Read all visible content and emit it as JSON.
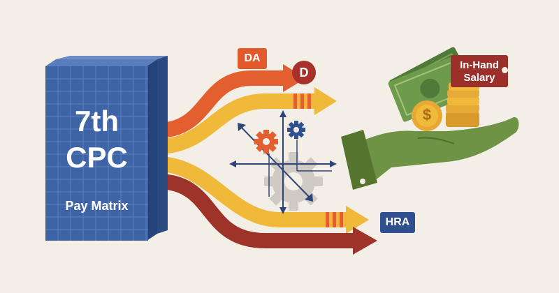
{
  "pay_matrix_block": {
    "line1": "7th",
    "line2": "CPC",
    "subtitle": "Pay Matrix"
  },
  "components": {
    "da": "DA",
    "d": "D",
    "hra": "HRA"
  },
  "output": {
    "label_line1": "In-Hand",
    "label_line2": "Salary",
    "coin_symbol": "$"
  },
  "colors": {
    "background": "#f3efe7",
    "block_blue": "#3e64a6",
    "flow_orange": "#e35f2f",
    "flow_yellow": "#f0b93a",
    "flow_red": "#9e3329",
    "hand_green": "#6f9344",
    "tag_da": "#e25a2c",
    "tag_d": "#a8322b",
    "tag_hra": "#2f4f8f",
    "salary_tag": "#9b2f2a"
  }
}
